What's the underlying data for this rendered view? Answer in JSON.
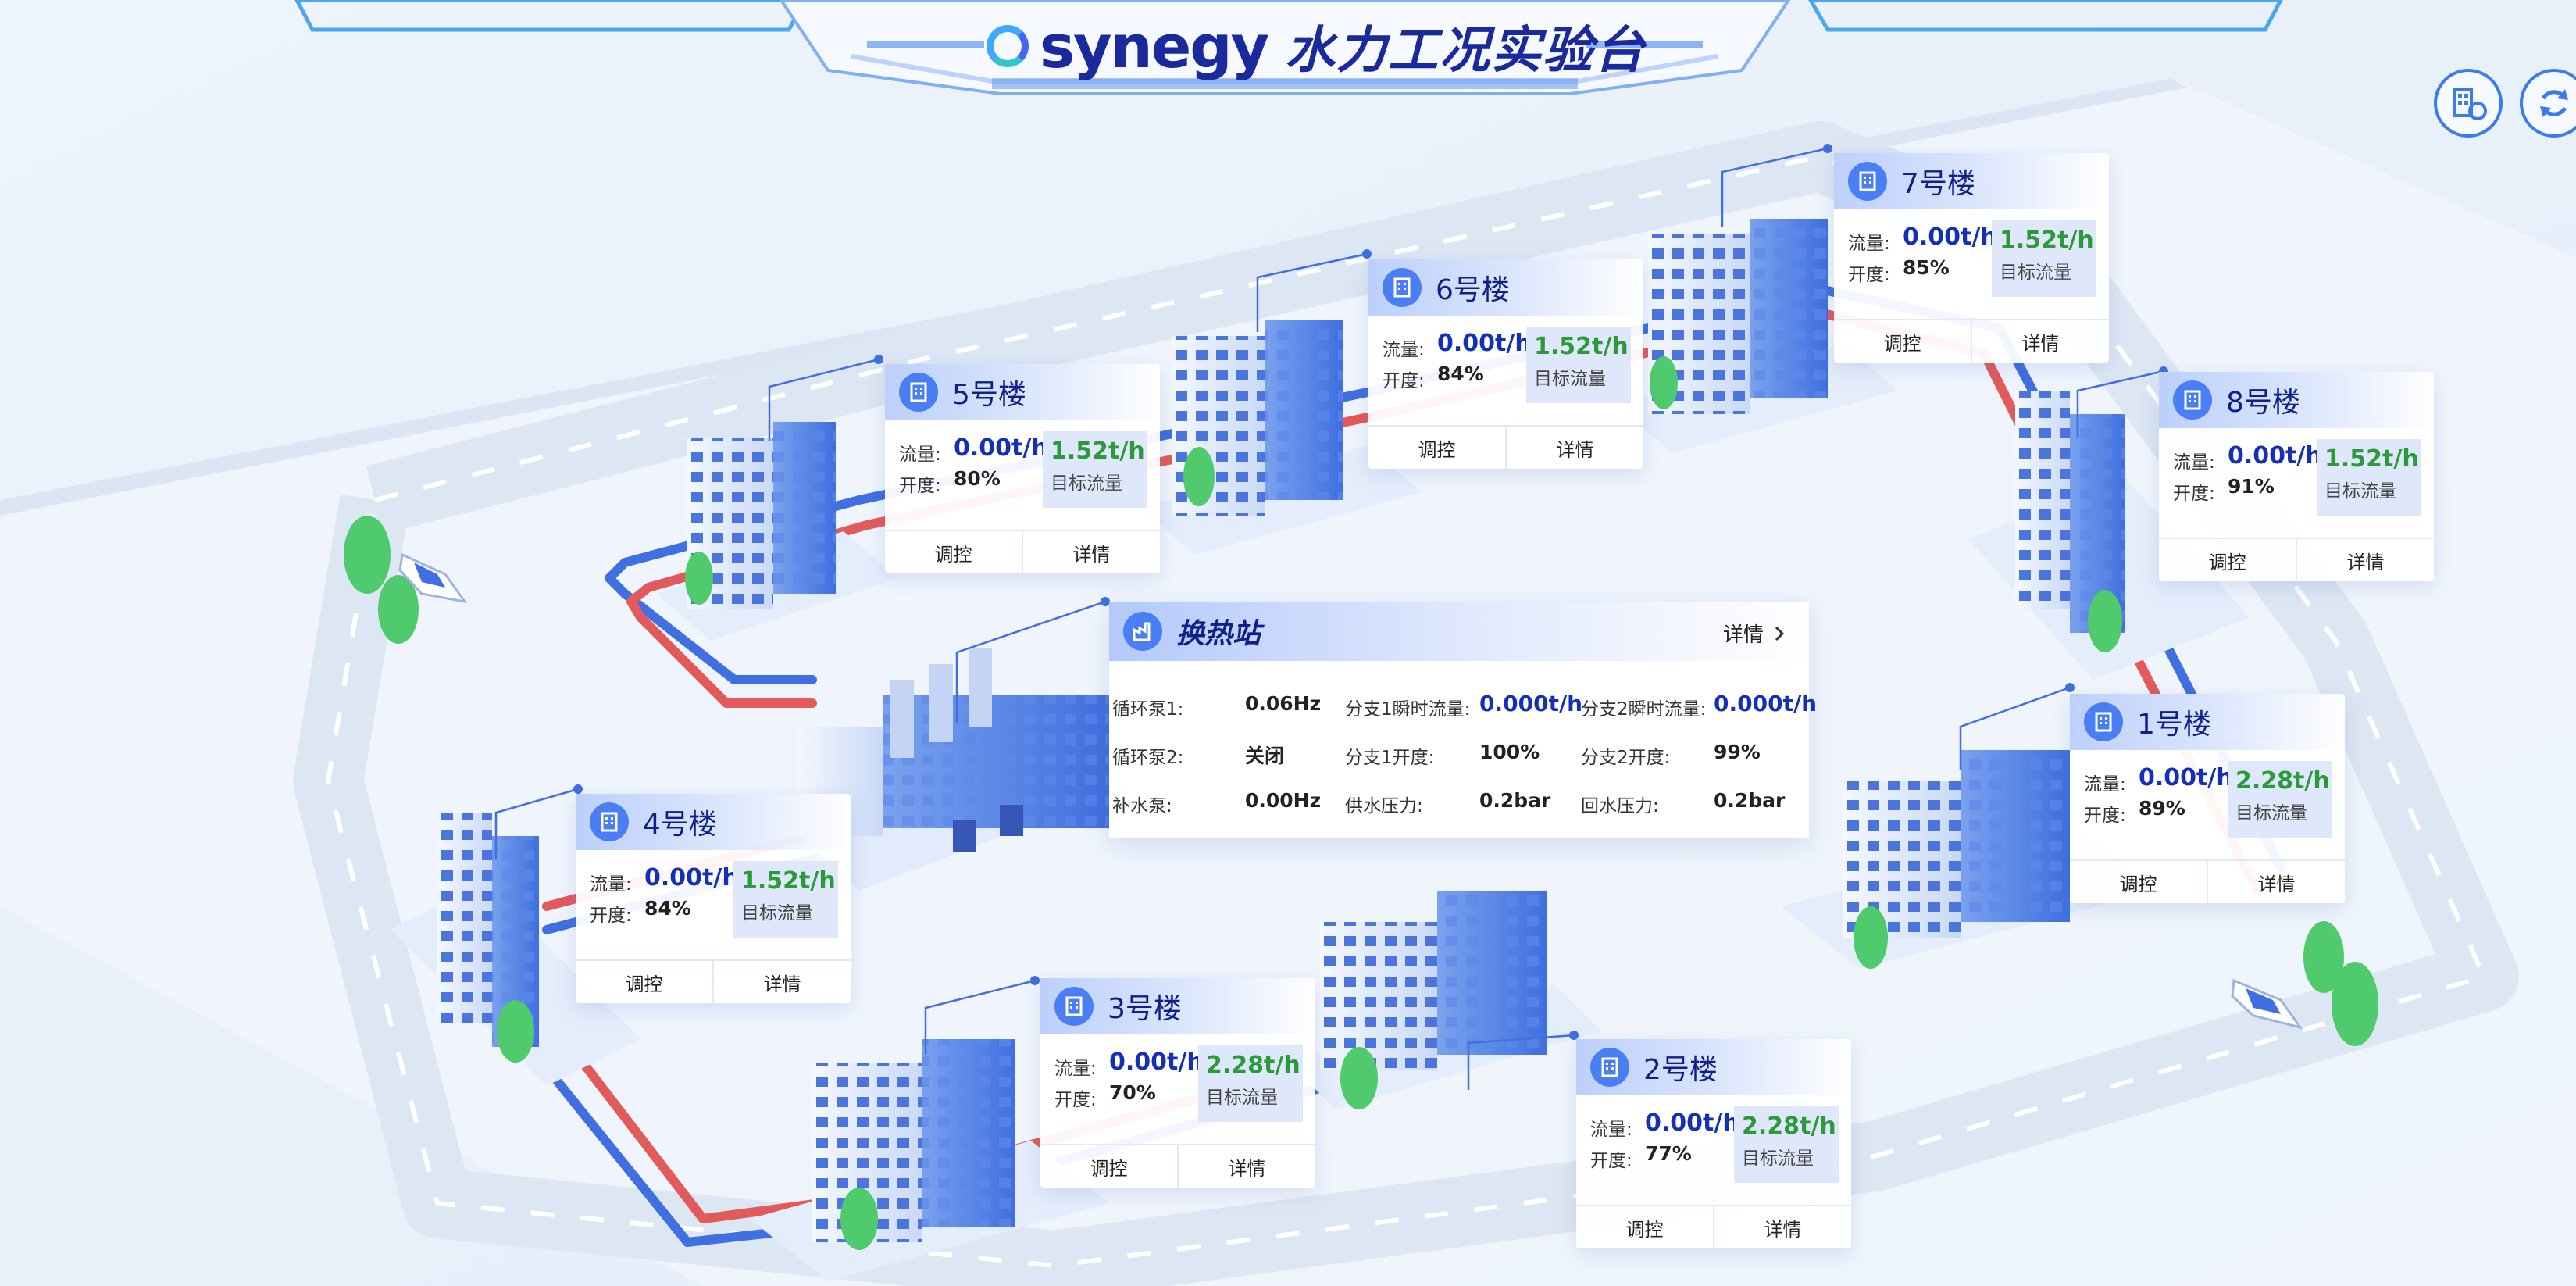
{
  "header": {
    "logo_text": "synegy",
    "title": "水力工况实验台"
  },
  "toolbar": {
    "buttons": [
      {
        "icon": "building-refresh-icon"
      },
      {
        "icon": "refresh-icon"
      }
    ]
  },
  "labels": {
    "flow": "流量:",
    "opening": "开度:",
    "target_flow": "目标流量",
    "adjust": "调控",
    "detail": "详情"
  },
  "buildings": [
    {
      "name": "1号楼",
      "flow": "0.00t/h",
      "opening": "89%",
      "target": "2.28t/h"
    },
    {
      "name": "2号楼",
      "flow": "0.00t/h",
      "opening": "77%",
      "target": "2.28t/h"
    },
    {
      "name": "3号楼",
      "flow": "0.00t/h",
      "opening": "70%",
      "target": "2.28t/h"
    },
    {
      "name": "4号楼",
      "flow": "0.00t/h",
      "opening": "84%",
      "target": "1.52t/h"
    },
    {
      "name": "5号楼",
      "flow": "0.00t/h",
      "opening": "80%",
      "target": "1.52t/h"
    },
    {
      "name": "6号楼",
      "flow": "0.00t/h",
      "opening": "84%",
      "target": "1.52t/h"
    },
    {
      "name": "7号楼",
      "flow": "0.00t/h",
      "opening": "85%",
      "target": "1.52t/h"
    },
    {
      "name": "8号楼",
      "flow": "0.00t/h",
      "opening": "91%",
      "target": "1.52t/h"
    }
  ],
  "station": {
    "title": "换热站",
    "detail_label": "详情",
    "pump1_label": "循环泵1:",
    "pump1_value": "0.06Hz",
    "pump2_label": "循环泵2:",
    "pump2_value": "关闭",
    "makeup_label": "补水泵:",
    "makeup_value": "0.00Hz",
    "branch1_flow_label": "分支1瞬时流量:",
    "branch1_flow_value": "0.000t/h",
    "branch1_open_label": "分支1开度:",
    "branch1_open_value": "100%",
    "supply_pressure_label": "供水压力:",
    "supply_pressure_value": "0.2bar",
    "branch2_flow_label": "分支2瞬时流量:",
    "branch2_flow_value": "0.000t/h",
    "branch2_open_label": "分支2开度:",
    "branch2_open_value": "99%",
    "return_pressure_label": "回水压力:",
    "return_pressure_value": "0.2bar"
  },
  "colors": {
    "supply_pipe": "#e25a5a",
    "return_pipe": "#3f6fe0",
    "accent": "#4a7ef4",
    "title": "#1a2a9c",
    "target_green": "#2c9a3a"
  }
}
